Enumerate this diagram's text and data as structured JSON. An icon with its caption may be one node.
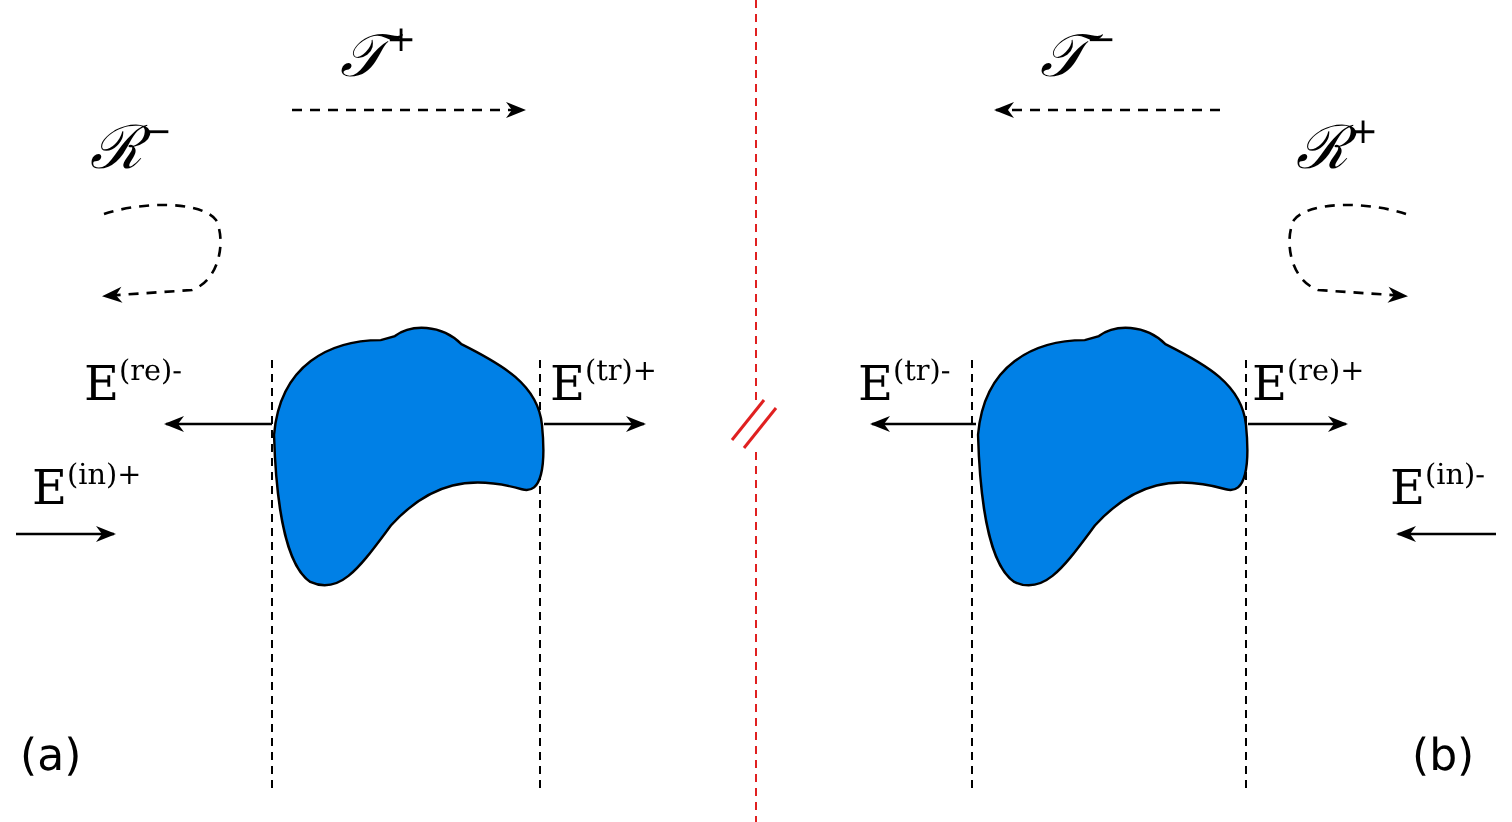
{
  "diagram": {
    "nodes": [
      {
        "text": [],
        "shape": "blob"
      },
      {
        "text": [],
        "shape": "blob"
      }
    ],
    "edges": [
      {
        "from": 0,
        "to": null,
        "arrow": "to",
        "label": "E$^{(re)-}$"
      },
      {
        "from": 0,
        "to": null,
        "arrow": "to",
        "label": "E$^{(tr)+}$"
      },
      {
        "from": 1,
        "to": null,
        "arrow": "to",
        "label": "E$^{(tr)-}$"
      },
      {
        "from": 1,
        "to": null,
        "arrow": "to",
        "label": "E$^{(re)+}$"
      }
    ],
    "labels": [
      "𝒯$^{+}$",
      "𝒯$^{−}$",
      "ℛ$^{−}$",
      "ℛ$^{+}$",
      "E$^{(in)+}$",
      "E$^{(in)-}$",
      "(a)",
      "(b)"
    ]
  }
}
